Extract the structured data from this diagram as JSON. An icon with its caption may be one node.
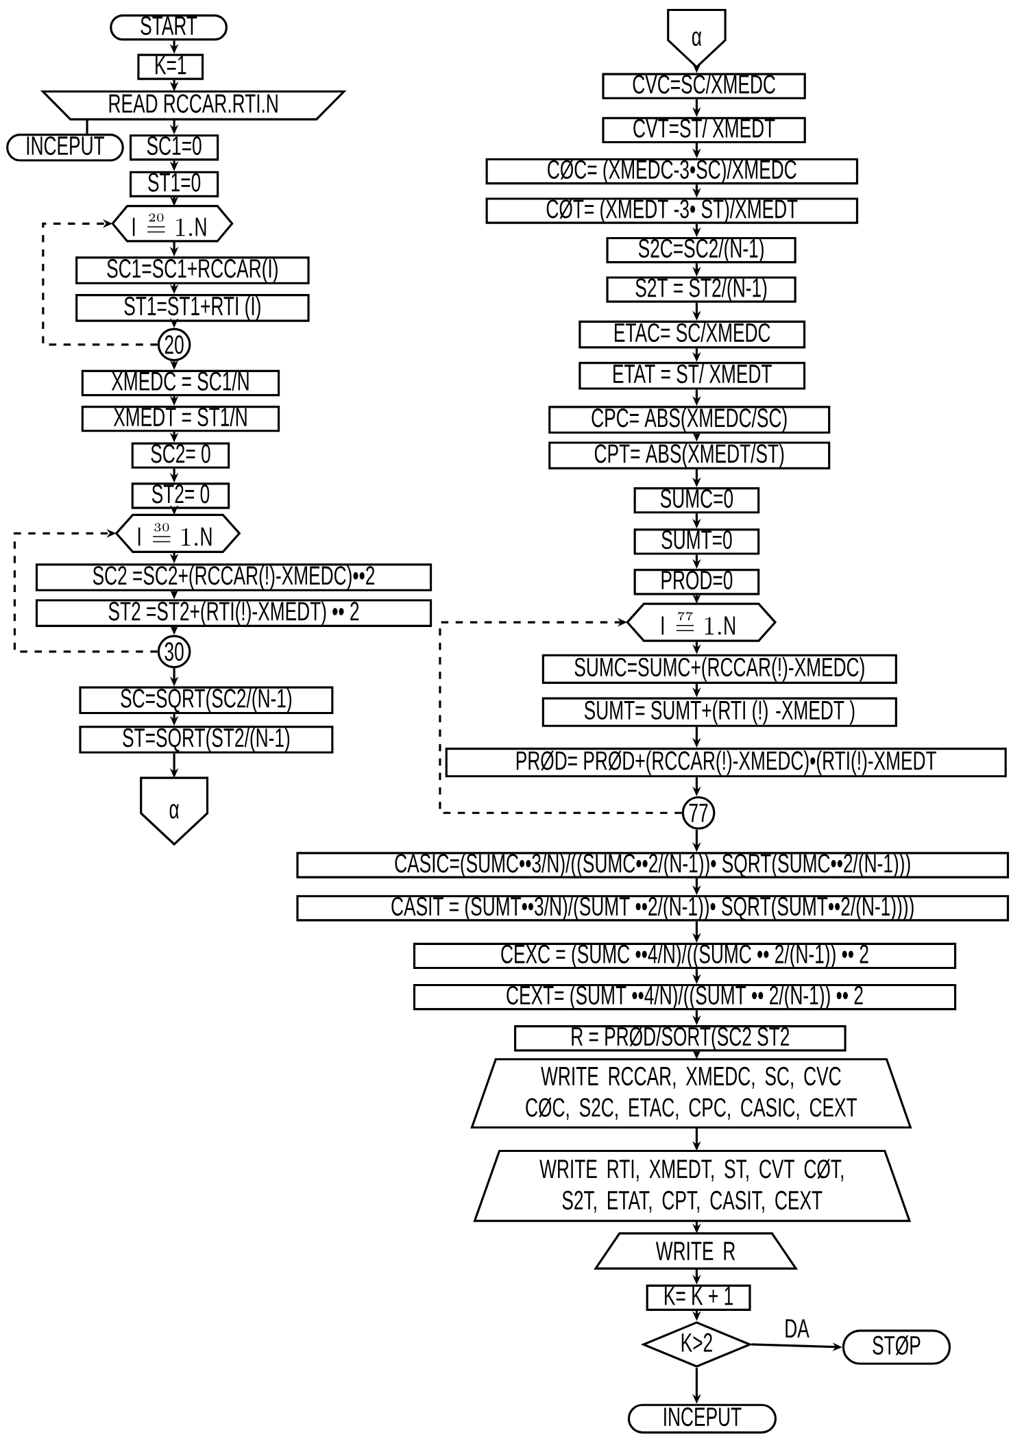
{
  "diagram": {
    "nodes": [
      {
        "text": [
          "START"
        ]
      },
      {
        "text": [
          "K=1"
        ]
      },
      {
        "text": [
          "READ RCCAR.RTI.N"
        ]
      },
      {
        "text": [
          "INCEPUT"
        ]
      },
      {
        "text": [
          "SC1=0"
        ]
      },
      {
        "text": [
          "ST1=0"
        ]
      },
      {
        "text": [
          "\\mathrm{I}\\stackrel{\\scriptscriptstyle 20}{=}1.\\mathrm{N}"
        ]
      },
      {
        "text": [
          "SC1=SC1+RCCAR(I)"
        ]
      },
      {
        "text": [
          "ST1=ST1+RTI (I)"
        ]
      },
      {
        "text": [
          "20"
        ]
      },
      {
        "text": [
          "XMEDC = SC1/N"
        ]
      },
      {
        "text": [
          "XMEDT = ST1/N"
        ]
      },
      {
        "text": [
          "SC2= 0"
        ]
      },
      {
        "text": [
          "ST2= 0"
        ]
      },
      {
        "text": [
          "\\mathrm{I}\\stackrel{\\scriptscriptstyle 30}{=}1.\\mathrm{N}"
        ]
      },
      {
        "text": [
          "SC2 =SC2+(RCCAR(!)-XMEDC)••2"
        ]
      },
      {
        "text": [
          "ST2 =ST2+(RTI(!)-XMEDT) •• 2"
        ]
      },
      {
        "text": [
          "30"
        ]
      },
      {
        "text": [
          "SC=SQRT(SC2/(N-1)"
        ]
      },
      {
        "text": [
          "ST=SQRT(ST2/(N-1)"
        ]
      },
      {
        "text": [
          "α"
        ]
      },
      {
        "text": [
          "α"
        ]
      },
      {
        "text": [
          "CVC=SC/XMEDC"
        ]
      },
      {
        "text": [
          "CVT=ST/ XMEDT"
        ]
      },
      {
        "text": [
          "CØC= (XMEDC-3•SC)/XMEDC"
        ]
      },
      {
        "text": [
          "CØT= (XMEDT -3• ST)/XMEDT"
        ]
      },
      {
        "text": [
          "S2C=SC2/(N-1)"
        ]
      },
      {
        "text": [
          "S2T = ST2/(N-1)"
        ]
      },
      {
        "text": [
          "ETAC= SC/XMEDC"
        ]
      },
      {
        "text": [
          "ETAT = ST/ XMEDT"
        ]
      },
      {
        "text": [
          "CPC= ABS(XMEDC/SC)"
        ]
      },
      {
        "text": [
          "CPT= ABS(XMEDT/ST)"
        ]
      },
      {
        "text": [
          "SUMC=0"
        ]
      },
      {
        "text": [
          "SUMT=0"
        ]
      },
      {
        "text": [
          "PROD=0"
        ]
      },
      {
        "text": [
          "\\mathrm{I}\\stackrel{\\scriptscriptstyle 77}{=}1.\\mathrm{N}"
        ]
      },
      {
        "text": [
          "SUMC=SUMC+(RCCAR(!)-XMEDC)"
        ]
      },
      {
        "text": [
          "SUMT= SUMT+(RTI (!) -XMEDT )"
        ]
      },
      {
        "text": [
          "PRØD= PRØD+(RCCAR(!)-XMEDC)•(RTI(!)-XMEDT"
        ]
      },
      {
        "text": [
          "77"
        ]
      },
      {
        "text": [
          "CASIC=(SUMC••3/N)/((SUMC••2/(N-1))• SQRT(SUMC••2/(N-1)))"
        ]
      },
      {
        "text": [
          "CASIT = (SUMT••3/N)/(SUMT ••2/(N-1))• SQRT(SUMT••2/(N-1))))"
        ]
      },
      {
        "text": [
          "CEXC = (SUMC ••4/N)/((SUMC •• 2/(N-1)) •• 2"
        ]
      },
      {
        "text": [
          "CEXT= (SUMT ••4/N)/((SUMT •• 2/(N-1)) •• 2"
        ]
      },
      {
        "text": [
          "R = PRØD/SORT(SC2 ST2"
        ]
      },
      {
        "text": [
          "WRITE RCCAR, XMEDC, SC, CVC CØC, S2C, ETAC, CPC, CASIC, CEXT"
        ]
      },
      {
        "text": [
          "WRITE RTI, XMEDT, ST, CVT CØT, S2T, ETAT, CPT, CASIT, CEXT"
        ]
      },
      {
        "text": [
          "WRITE R"
        ]
      },
      {
        "text": [
          "K= K + 1"
        ]
      },
      {
        "text": [
          "K>2"
        ]
      },
      {
        "text": [
          "STØP"
        ]
      },
      {
        "text": [
          "INCEPUT"
        ]
      }
    ],
    "edges": [
      {
        "from": 0,
        "to": 1,
        "arrow": "to"
      },
      {
        "from": 1,
        "to": 2,
        "arrow": "to"
      },
      {
        "from": 3,
        "to": 2,
        "arrow": "none"
      },
      {
        "from": 2,
        "to": 4,
        "arrow": "to"
      },
      {
        "from": 4,
        "to": 5,
        "arrow": "to"
      },
      {
        "from": 5,
        "to": 6,
        "arrow": "to"
      },
      {
        "from": 6,
        "to": 7,
        "arrow": "to"
      },
      {
        "from": 7,
        "to": 8,
        "arrow": "to"
      },
      {
        "from": 8,
        "to": 9,
        "arrow": "to"
      },
      {
        "from": 9,
        "to": 6,
        "arrow": "to",
        "style": "dashed"
      },
      {
        "from": 9,
        "to": 10,
        "arrow": "to"
      },
      {
        "from": 10,
        "to": 11,
        "arrow": "to"
      },
      {
        "from": 11,
        "to": 12,
        "arrow": "to"
      },
      {
        "from": 12,
        "to": 13,
        "arrow": "to"
      },
      {
        "from": 13,
        "to": 14,
        "arrow": "to"
      },
      {
        "from": 14,
        "to": 15,
        "arrow": "to"
      },
      {
        "from": 15,
        "to": 16,
        "arrow": "to"
      },
      {
        "from": 16,
        "to": 17,
        "arrow": "to"
      },
      {
        "from": 17,
        "to": 14,
        "arrow": "to",
        "style": "dashed"
      },
      {
        "from": 17,
        "to": 18,
        "arrow": "to"
      },
      {
        "from": 18,
        "to": 19,
        "arrow": "to"
      },
      {
        "from": 19,
        "to": 20,
        "arrow": "to"
      },
      {
        "from": 21,
        "to": 22,
        "arrow": "to"
      },
      {
        "from": 22,
        "to": 23,
        "arrow": "to"
      },
      {
        "from": 23,
        "to": 24,
        "arrow": "to"
      },
      {
        "from": 24,
        "to": 25,
        "arrow": "to"
      },
      {
        "from": 25,
        "to": 26,
        "arrow": "to"
      },
      {
        "from": 26,
        "to": 27,
        "arrow": "to"
      },
      {
        "from": 27,
        "to": 28,
        "arrow": "to"
      },
      {
        "from": 28,
        "to": 29,
        "arrow": "to"
      },
      {
        "from": 29,
        "to": 30,
        "arrow": "to"
      },
      {
        "from": 30,
        "to": 31,
        "arrow": "to"
      },
      {
        "from": 31,
        "to": 32,
        "arrow": "to"
      },
      {
        "from": 32,
        "to": 33,
        "arrow": "to"
      },
      {
        "from": 33,
        "to": 34,
        "arrow": "to"
      },
      {
        "from": 34,
        "to": 35,
        "arrow": "to"
      },
      {
        "from": 35,
        "to": 36,
        "arrow": "to"
      },
      {
        "from": 36,
        "to": 37,
        "arrow": "to"
      },
      {
        "from": 37,
        "to": 38,
        "arrow": "to"
      },
      {
        "from": 38,
        "to": 39,
        "arrow": "to"
      },
      {
        "from": 39,
        "to": 35,
        "arrow": "to",
        "style": "dashed"
      },
      {
        "from": 39,
        "to": 40,
        "arrow": "to"
      },
      {
        "from": 40,
        "to": 41,
        "arrow": "to"
      },
      {
        "from": 41,
        "to": 42,
        "arrow": "to"
      },
      {
        "from": 42,
        "to": 43,
        "arrow": "to"
      },
      {
        "from": 43,
        "to": 44,
        "arrow": "to"
      },
      {
        "from": 44,
        "to": 45,
        "arrow": "to"
      },
      {
        "from": 45,
        "to": 46,
        "arrow": "to"
      },
      {
        "from": 46,
        "to": 47,
        "arrow": "to"
      },
      {
        "from": 47,
        "to": 48,
        "arrow": "to"
      },
      {
        "from": 48,
        "to": 49,
        "arrow": "to"
      },
      {
        "from": 49,
        "to": 50,
        "arrow": "to",
        "label": "DA"
      },
      {
        "from": 49,
        "to": 51,
        "arrow": "to"
      }
    ]
  }
}
